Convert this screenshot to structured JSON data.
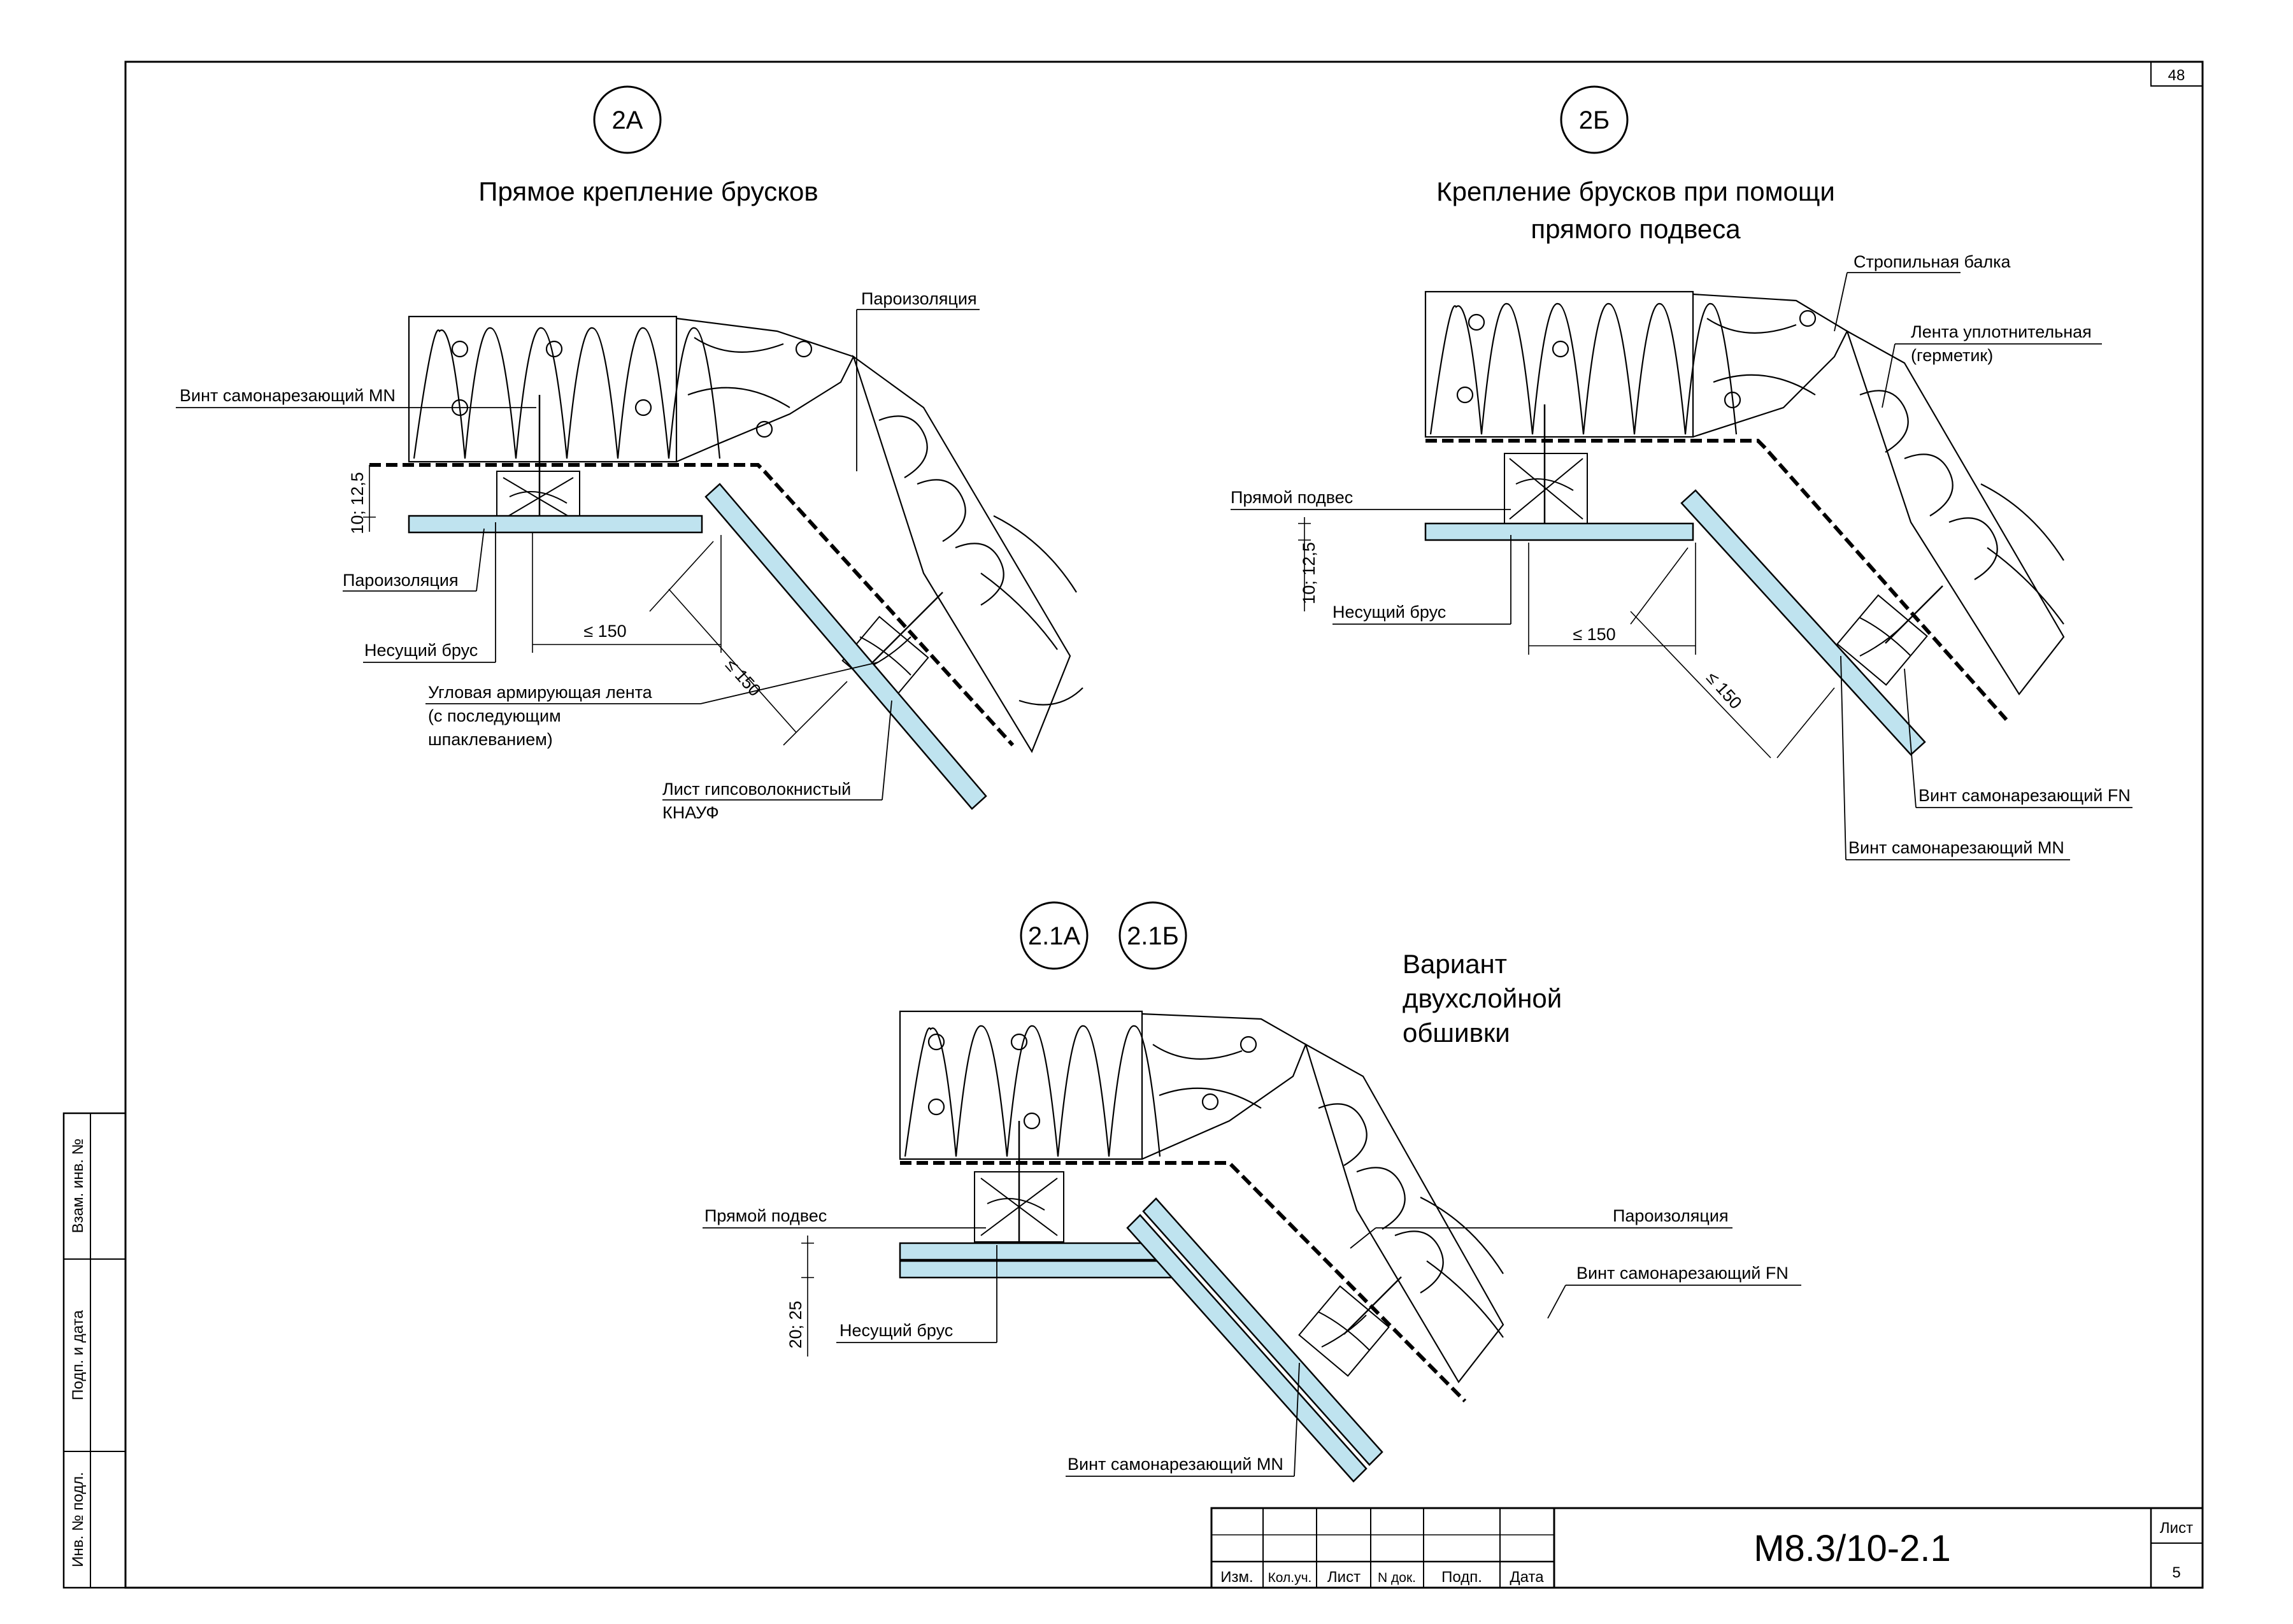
{
  "sheet": {
    "corner_number": "48",
    "code": "М8.3/10-2.1",
    "sheet_label": "Лист",
    "sheet_number": "5",
    "stamp_columns": [
      "Изм.",
      "Кол.уч.",
      "Лист",
      "N док.",
      "Подп.",
      "Дата"
    ],
    "side_fields": [
      "Инв. № подл.",
      "Подп. и дата",
      "Взам. инв. №"
    ]
  },
  "colors": {
    "sheet_fill": "#bfe3ef",
    "line": "#000000"
  },
  "details": {
    "a": {
      "marker": "2А",
      "title": "Прямое крепление брусков",
      "labels": {
        "screw_mn": "Винт самонарезающий MN",
        "vapor_top": "Пароизоляция",
        "vapor_left": "Пароизоляция",
        "beam": "Несущий брус",
        "tape_1": "Угловая армирующая лента",
        "tape_2": "(с последующим",
        "tape_3": "шпаклеванием)",
        "sheet_1": "Лист гипсоволокнистый",
        "sheet_2": "КНАУФ"
      },
      "dims": {
        "thickness": "10; 12,5",
        "horiz": "≤ 150",
        "diag": "≤ 150"
      }
    },
    "b": {
      "marker": "2Б",
      "title_1": "Крепление брусков при помощи",
      "title_2": "прямого подвеса",
      "labels": {
        "rafter": "Стропильная балка",
        "seal_1": "Лента уплотнительная",
        "seal_2": "(герметик)",
        "hanger": "Прямой подвес",
        "beam": "Несущий брус",
        "screw_fn": "Винт самонарезающий FN",
        "screw_mn": "Винт самонарезающий MN"
      },
      "dims": {
        "thickness": "10; 12,5",
        "horiz": "≤ 150",
        "diag": "≤ 150"
      }
    },
    "c": {
      "marker_1": "2.1А",
      "marker_2": "2.1Б",
      "title_1": "Вариант",
      "title_2": "двухслойной",
      "title_3": "обшивки",
      "labels": {
        "hanger": "Прямой подвес",
        "beam": "Несущий брус",
        "vapor": "Пароизоляция",
        "screw_fn": "Винт самонарезающий FN",
        "screw_mn": "Винт самонарезающий MN"
      },
      "dims": {
        "thickness": "20; 25"
      }
    }
  }
}
